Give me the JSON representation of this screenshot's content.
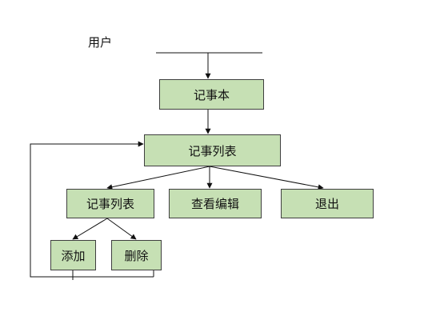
{
  "colors": {
    "box_fill": "#c6e0b4",
    "box_border": "#3f3f3f",
    "line": "#111111",
    "text": "#111111"
  },
  "diagram": {
    "start_label": "用户",
    "nodes": {
      "notepad": "记事本",
      "note_list_main": "记事列表",
      "note_list": "记事列表",
      "view_edit": "查看编辑",
      "exit": "退出",
      "add": "添加",
      "delete": "删除"
    }
  }
}
